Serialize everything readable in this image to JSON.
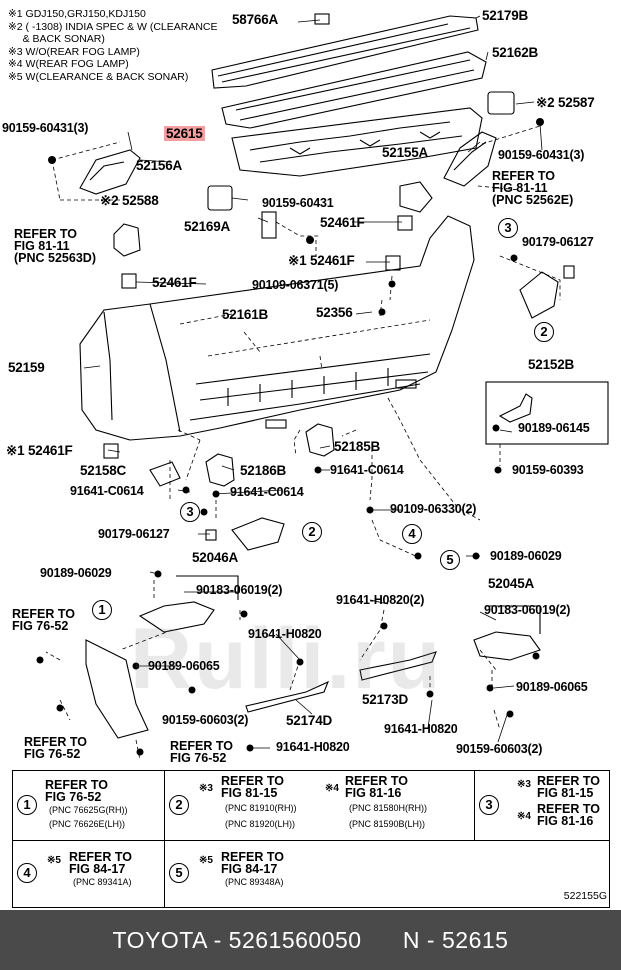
{
  "notes": [
    "※1 GDJ150,GRJ150,KDJ150",
    "※2 (        -1308) INDIA SPEC & W (CLEARANCE",
    "     & BACK SONAR)",
    "※3 W/O(REAR FOG LAMP)",
    "※4 W(REAR FOG LAMP)",
    "※5 W(CLEARANCE & BACK SONAR)"
  ],
  "labels": {
    "p58766A": "58766A",
    "p52179B": "52179B",
    "p52162B": "52162B",
    "p52587": "※2 52587",
    "p90159_60431_3_left": "90159-60431(3)",
    "p52615": "52615",
    "p52156A": "52156A",
    "p52155A": "52155A",
    "p90159_60431_3_right": "90159-60431(3)",
    "p52588": "※2 52588",
    "p90159_60431": "90159-60431",
    "p52169A": "52169A",
    "p52461F_a": "52461F",
    "p52461F_b": "※1 52461F",
    "p90179_06127_a": "90179-06127",
    "p90109_06371_5": "90109-06371(5)",
    "p52461F_c": "52461F",
    "p52356": "52356",
    "p52161B": "52161B",
    "p52159": "52159",
    "p52152B": "52152B",
    "p90189_06145": "90189-06145",
    "p52461F_d": "※1 52461F",
    "p52185B": "52185B",
    "p52158C": "52158C",
    "p52186B": "52186B",
    "p91641_C0614_a": "91641-C0614",
    "p90159_60393": "90159-60393",
    "p91641_C0614_b": "91641-C0614",
    "p91641_C0614_c": "91641-C0614",
    "p90109_06330_2": "90109-06330(2)",
    "p90179_06127_b": "90179-06127",
    "p52046A": "52046A",
    "p90189_06029_a": "90189-06029",
    "p90189_06029_b": "90189-06029",
    "p90183_06019_2_a": "90183-06019(2)",
    "p52045A": "52045A",
    "p91641_H0820_2": "91641-H0820(2)",
    "p90183_06019_2_b": "90183-06019(2)",
    "p91641_H0820_a": "91641-H0820",
    "p90189_06065_a": "90189-06065",
    "p90189_06065_b": "90189-06065",
    "p52173D": "52173D",
    "p90159_60603_2_a": "90159-60603(2)",
    "p52174D": "52174D",
    "p91641_H0820_b": "91641-H0820",
    "p91641_H0820_c": "91641-H0820",
    "p90159_60603_2_b": "90159-60603(2)"
  },
  "refs": {
    "r81_11_right": [
      "REFER TO",
      "FIG 81-11",
      "(PNC 52562E)"
    ],
    "r81_11_left": [
      "REFER TO",
      "FIG 81-11",
      "(PNC 52563D)"
    ],
    "r76_52_a": [
      "REFER TO",
      "FIG 76-52"
    ],
    "r76_52_b": [
      "REFER TO",
      "FIG 76-52"
    ],
    "r76_52_c": [
      "REFER TO",
      "FIG 76-52"
    ]
  },
  "callouts": [
    "1",
    "2",
    "3",
    "4",
    "5"
  ],
  "legend": {
    "c1": {
      "num": "1",
      "lines": [
        "REFER TO",
        "FIG 76-52"
      ],
      "sub": [
        "(PNC 76625G(RH))",
        "(PNC 76626E(LH))"
      ]
    },
    "c2": {
      "num": "2",
      "mark": "※3",
      "lines": [
        "REFER TO",
        "FIG 81-15"
      ],
      "sub": [
        "(PNC 81910(RH))",
        "(PNC 81920(LH))"
      ]
    },
    "c2b": {
      "mark": "※4",
      "lines": [
        "REFER TO",
        "FIG 81-16"
      ],
      "sub": [
        "(PNC 81580H(RH))",
        "(PNC 81590B(LH))"
      ]
    },
    "c3": {
      "num": "3",
      "mark": "※3",
      "lines": [
        "REFER TO",
        "FIG 81-15"
      ],
      "mark2": "※4",
      "lines2": [
        "REFER TO",
        "FIG 81-16"
      ]
    },
    "c4": {
      "num": "4",
      "mark": "※5",
      "lines": [
        "REFER TO",
        "FIG 84-17"
      ],
      "sub": [
        "(PNC 89341A)"
      ]
    },
    "c5": {
      "num": "5",
      "mark": "※5",
      "lines": [
        "REFER TO",
        "FIG 84-17"
      ],
      "sub": [
        "(PNC 89348A)"
      ]
    }
  },
  "illustration_code": "522155G",
  "watermark": "Rulli.ru",
  "footer": {
    "brand": "TOYOTA",
    "sep1": " - ",
    "part_number": "5261560050",
    "sep2": "      N - ",
    "pnc": "52615"
  }
}
